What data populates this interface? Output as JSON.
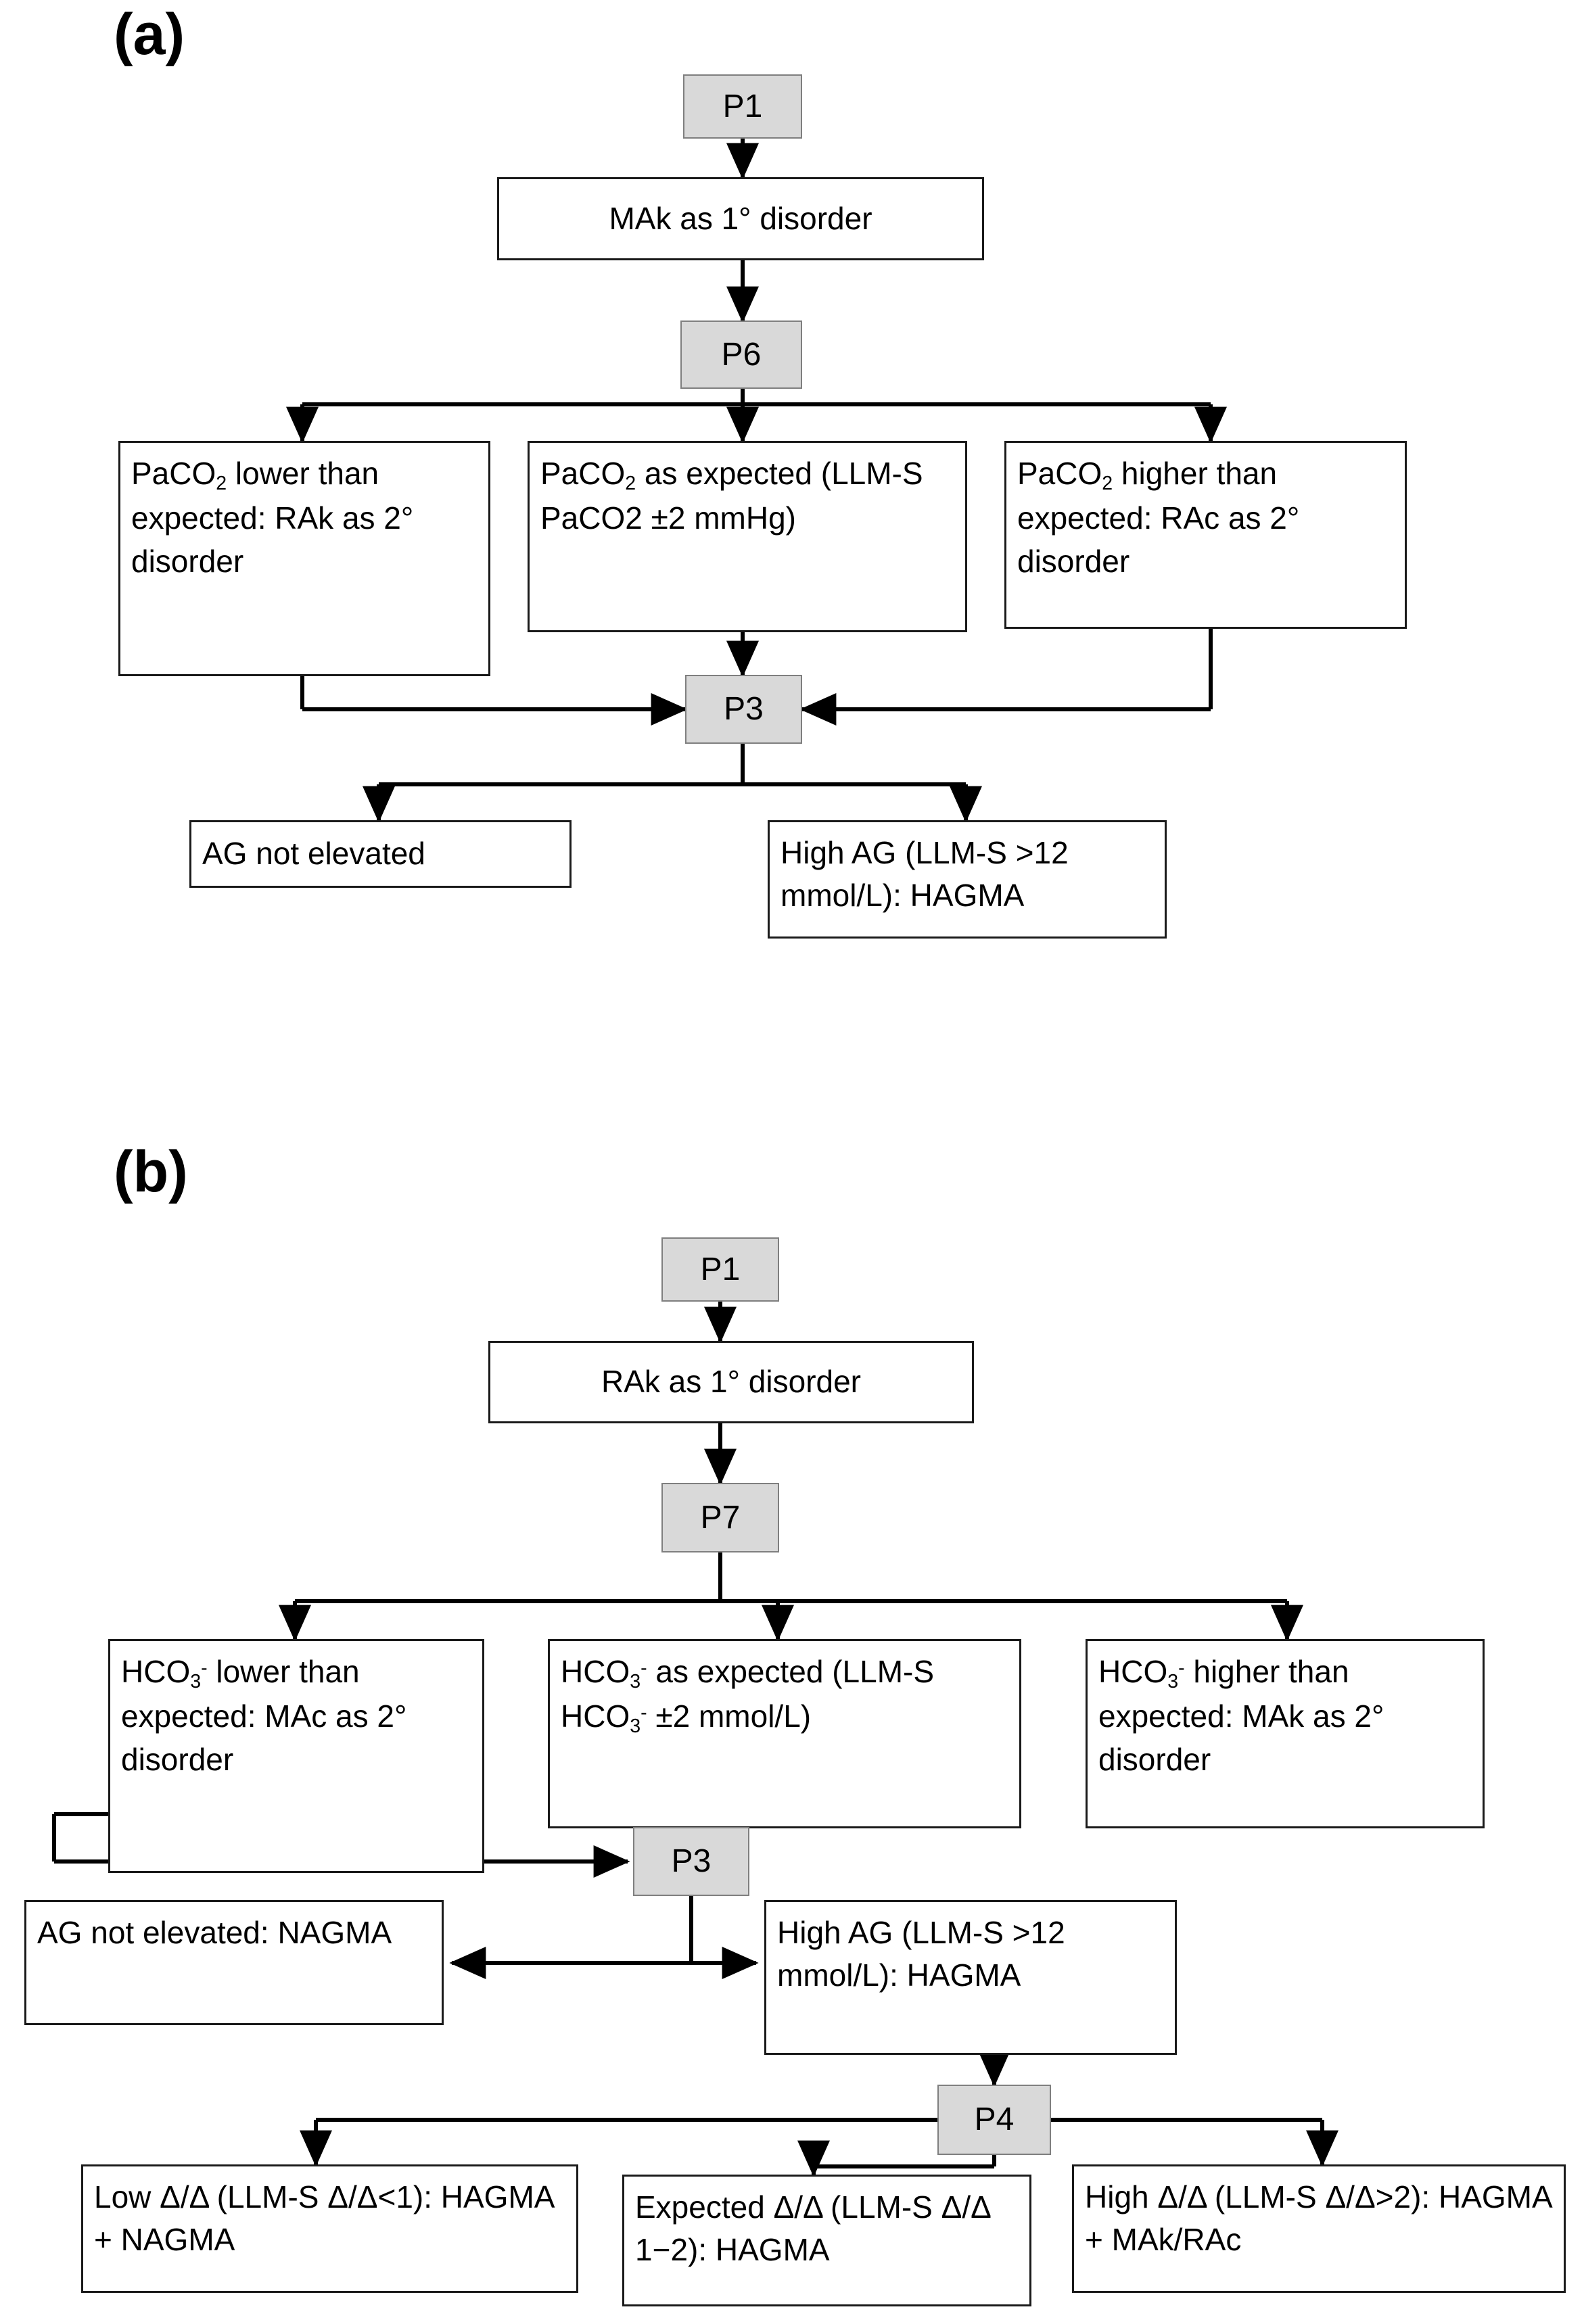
{
  "figure": {
    "panels": [
      {
        "label": "(a)",
        "nodes": {
          "p1": "P1",
          "primary": "MAk as 1° disorder",
          "p6": "P6",
          "branch_left_l1": "PaCO",
          "branch_left_sub": "2",
          "branch_left_rest": " lower than expected: RAk as 2° disorder",
          "branch_mid_rest": " as expected (LLM-S PaCO2 ±2 mmHg)",
          "branch_right_rest": " higher than expected: RAc as 2° disorder",
          "p3": "P3",
          "ag_low": "AG not elevated",
          "ag_high": "High AG (LLM-S >12 mmol/L): HAGMA"
        }
      },
      {
        "label": "(b)",
        "nodes": {
          "p1": "P1",
          "primary": "RAk as 1° disorder",
          "p7": "P7",
          "hco3_left_rest": " lower than expected: MAc as 2° disorder",
          "hco3_mid_rest_a": " as expected (LLM-S HCO",
          "hco3_mid_rest_b": " ±2 mmol/L)",
          "hco3_right_rest": " higher than expected: MAk as 2° disorder",
          "p3": "P3",
          "ag_low": "AG not elevated: NAGMA",
          "ag_high": "High AG (LLM-S >12 mmol/L): HAGMA",
          "p4": "P4",
          "delta_low": "Low Δ/Δ  (LLM-S Δ/Δ<1): HAGMA + NAGMA",
          "delta_expected": "Expected Δ/Δ (LLM-S Δ/Δ 1−2): HAGMA",
          "delta_high": "High Δ/Δ (LLM-S Δ/Δ>2): HAGMA + MAk/RAc"
        }
      }
    ],
    "chemistry": {
      "paco2_formula": "PaCO",
      "paco2_sub": "2",
      "hco3_formula": "HCO",
      "hco3_sub": "3",
      "hco3_sup": "-"
    },
    "colors": {
      "decision_fill": "#d9d9d9",
      "decision_border": "#7f7f7f",
      "box_border": "#1a1a1a",
      "line": "#000000",
      "background": "#ffffff"
    }
  }
}
